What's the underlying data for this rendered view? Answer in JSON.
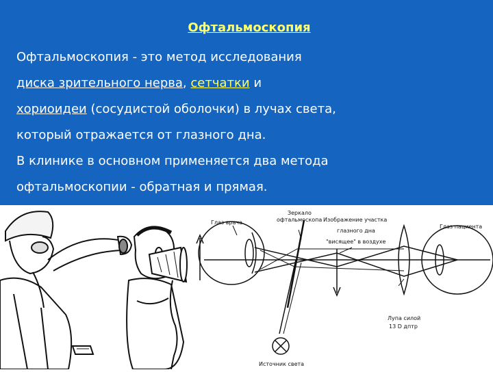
{
  "slide": {
    "title": "Офтальмоскопия",
    "line1": "Офтальмоскопия - это метод исследования",
    "link_disc": "диска зрительного нерва",
    "comma": ",",
    "link_retina": "сетчатки",
    "and": "и",
    "link_choroid": "хориоидеи",
    "line3_rest": " (сосудистой оболочки) в лучах света,",
    "line4": "который отражается от глазного дна.",
    "line5": " В клинике в основном применяется два метода",
    "line6": "офтальмоскопии - обратная и прямая."
  },
  "diagram": {
    "eye_doctor": "Глаз врача",
    "mirror_line1": "Зеркало",
    "mirror_line2": "офтальмоскопа",
    "image_line1": "Изображение участка",
    "image_line2": "глазного дна",
    "image_line3": "\"висящее\" в воздухе",
    "eye_patient": "Глаз пациента",
    "lens_line1": "Лупа силой",
    "lens_line2": "13 D дптр",
    "light_source": "Источник света"
  },
  "colors": {
    "background_blue": "#1565c0",
    "title_yellow": "#ffff66",
    "link_light_blue": "#9ad6ff"
  }
}
